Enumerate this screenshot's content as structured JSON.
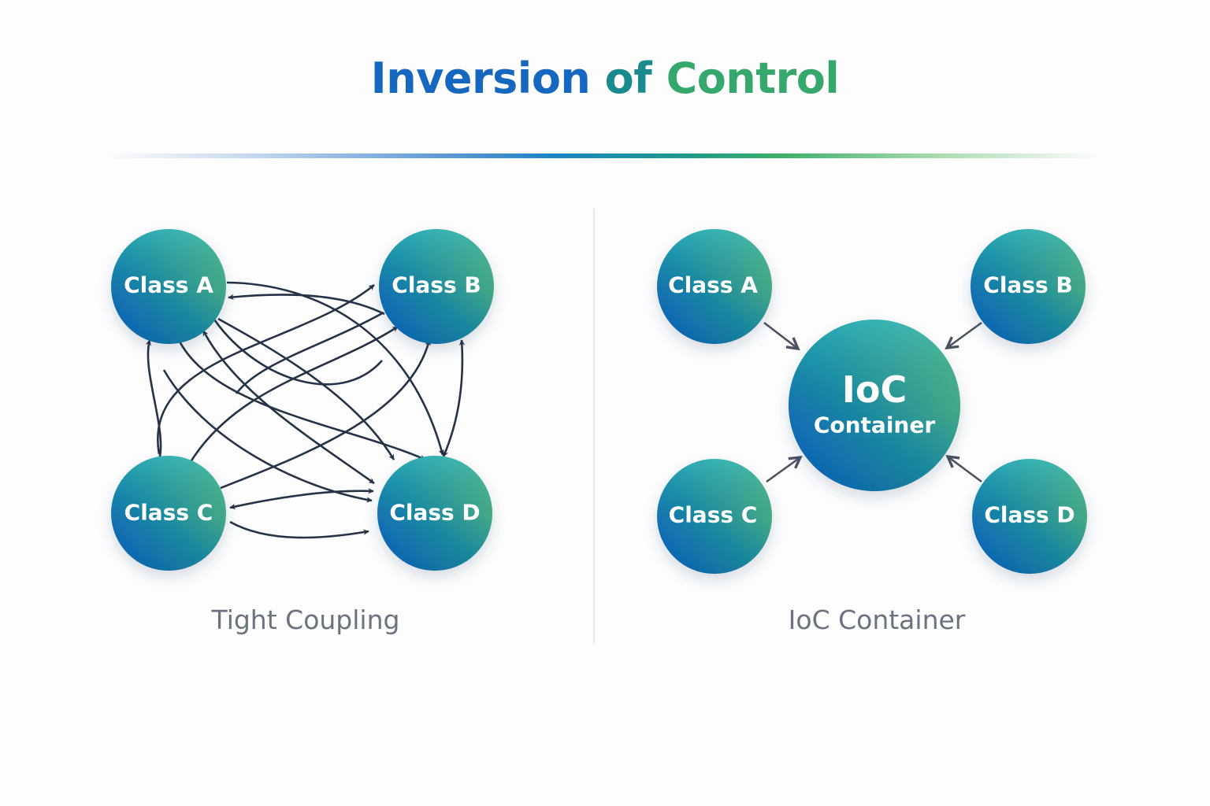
{
  "title": {
    "part1": "Inversion",
    "part2": "of",
    "part3": "Control",
    "colors": [
      "#1667c0",
      "#1a8a8e",
      "#36a86e"
    ]
  },
  "left_panel": {
    "caption": "Tight Coupling",
    "nodes": [
      {
        "id": "A",
        "label": "Class A"
      },
      {
        "id": "B",
        "label": "Class B"
      },
      {
        "id": "C",
        "label": "Class C"
      },
      {
        "id": "D",
        "label": "Class D"
      }
    ],
    "edges": [
      {
        "from": "A",
        "to": "D",
        "style": "curved"
      },
      {
        "from": "B",
        "to": "A",
        "style": "curved"
      },
      {
        "from": "A",
        "to": "D",
        "style": "curved"
      },
      {
        "from": "A",
        "to": "D",
        "style": "curved"
      },
      {
        "from": "A",
        "to": "B",
        "style": "curved"
      },
      {
        "from": "C",
        "to": "A",
        "style": "curved"
      },
      {
        "from": "D",
        "to": "A",
        "style": "curved"
      },
      {
        "from": "C",
        "to": "B",
        "style": "curved"
      },
      {
        "from": "C",
        "to": "B",
        "style": "curved"
      },
      {
        "from": "C",
        "to": "B",
        "style": "curved"
      },
      {
        "from": "B",
        "to": "D",
        "style": "bidirectional"
      },
      {
        "from": "C",
        "to": "D",
        "style": "bidirectional"
      },
      {
        "from": "C",
        "to": "D",
        "style": "curved"
      },
      {
        "from": "C",
        "to": "D",
        "style": "curved"
      },
      {
        "from": "A",
        "to": "D",
        "style": "curved"
      }
    ]
  },
  "right_panel": {
    "caption": "IoC Container",
    "hub": {
      "line1": "IoC",
      "line2": "Container"
    },
    "nodes": [
      {
        "id": "A",
        "label": "Class A"
      },
      {
        "id": "B",
        "label": "Class B"
      },
      {
        "id": "C",
        "label": "Class C"
      },
      {
        "id": "D",
        "label": "Class D"
      }
    ],
    "edges": [
      {
        "from": "A",
        "to": "hub"
      },
      {
        "from": "B",
        "to": "hub"
      },
      {
        "from": "C",
        "to": "hub"
      },
      {
        "from": "D",
        "to": "hub"
      }
    ]
  },
  "colors": {
    "node_gradient_start": "#0a5fc8",
    "node_gradient_mid": "#1e8fa6",
    "node_gradient_end": "#5cbf6a",
    "arrow_dark": "#253347",
    "arrow_gray": "#4a5160",
    "caption": "#6b7280"
  }
}
